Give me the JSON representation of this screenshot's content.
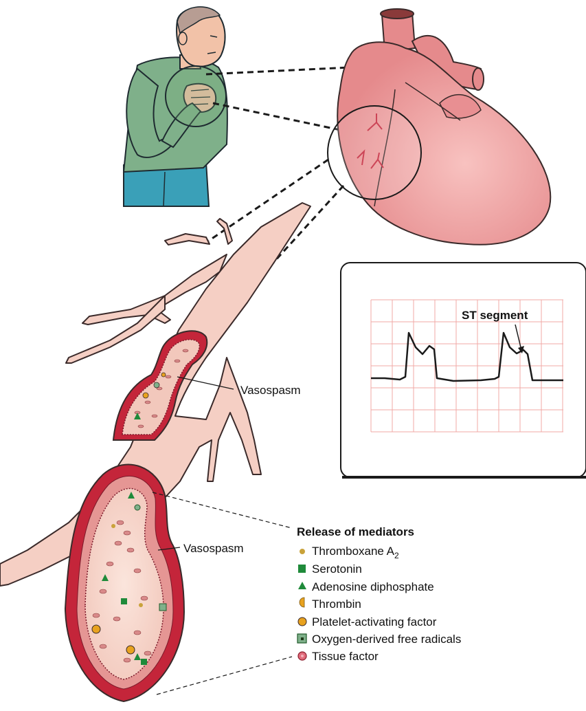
{
  "labels": {
    "vasospasm_upper": "Vasospasm",
    "vasospasm_lower": "Vasospasm",
    "st_segment": "ST segment"
  },
  "legend": {
    "title": "Release of mediators",
    "items": [
      {
        "label": "Thromboxane A",
        "subscript": "2",
        "icon": "small-orange-dot-icon"
      },
      {
        "label": "Serotonin",
        "icon": "green-square-icon"
      },
      {
        "label": "Adenosine diphosphate",
        "icon": "green-triangle-icon"
      },
      {
        "label": "Thrombin",
        "icon": "half-circle-icon"
      },
      {
        "label": "Platelet-activating factor",
        "icon": "orange-circle-icon"
      },
      {
        "label": "Oxygen-derived free radicals",
        "icon": "boxed-square-icon"
      },
      {
        "label": "Tissue factor",
        "icon": "red-cell-icon"
      }
    ]
  },
  "colors": {
    "artery": "#f5cfc4",
    "artery_stroke": "#3a2a2a",
    "vessel_wall": "#c4253a",
    "heart": "#f0a3a3",
    "ecg_grid": "#f0a9a6",
    "shirt": "#7fb08a",
    "jeans": "#3aa0b8",
    "skin": "#f2c2a8",
    "green_marker": "#1f8a3a",
    "orange_marker": "#e8a21f"
  }
}
